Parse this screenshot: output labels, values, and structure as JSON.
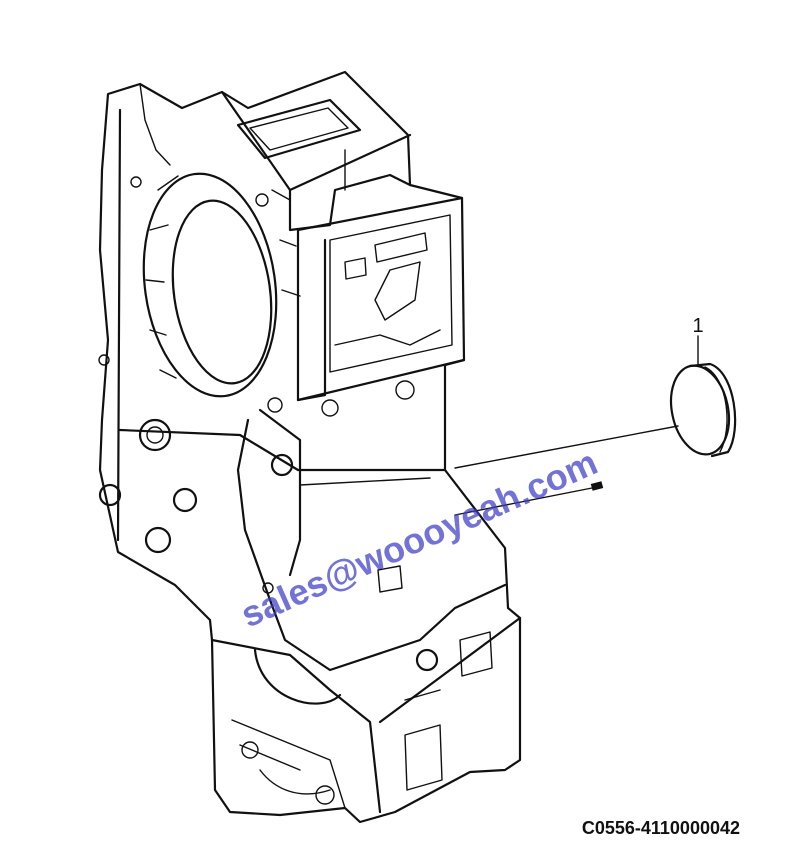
{
  "callout": {
    "number": "1"
  },
  "drawing_code": "C0556-4110000042",
  "watermark": {
    "text": "sales@woooyeah.com",
    "color": "#3c3cc8"
  },
  "parts": [
    {
      "callout": "1",
      "name": "cover-plug"
    }
  ]
}
